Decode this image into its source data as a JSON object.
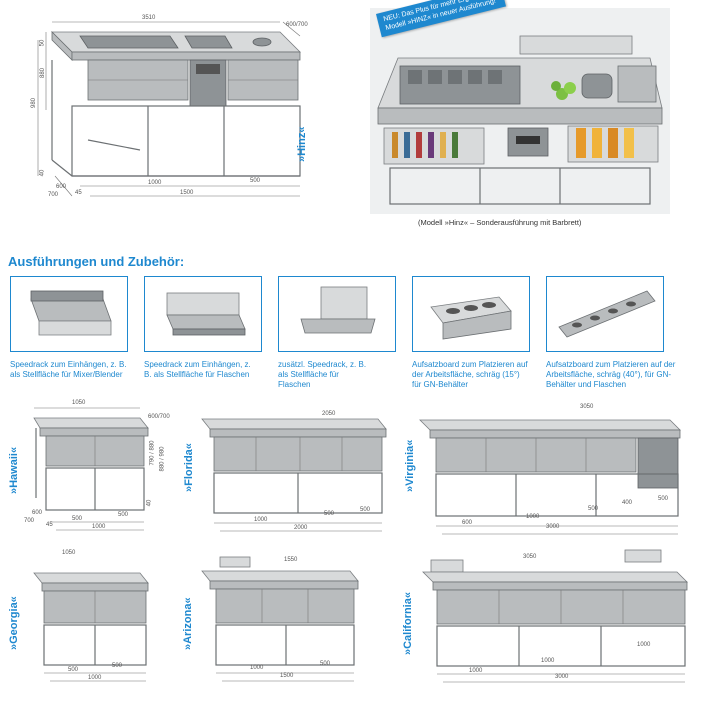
{
  "hero": {
    "dims": [
      "3510",
      "600/700",
      "50",
      "880",
      "980",
      "40",
      "600",
      "700",
      "45",
      "1000",
      "500",
      "1500"
    ],
    "model": "»Hinz«"
  },
  "photo": {
    "banner_line1": "NEU: Das Plus für mehr Ergonomie –",
    "banner_line2": "Modell »HINZ« in neuer Ausführung!",
    "caption": "(Modell »Hinz« – Sonderausführung mit Barbrett)"
  },
  "accessories": {
    "heading": "Ausführungen und Zubehör:",
    "items": [
      {
        "text": "Speedrack zum Einhängen, z. B. als Stellfläche für Mixer/Blender"
      },
      {
        "text": "Speedrack zum Einhängen, z. B. als Stellfläche für Flaschen"
      },
      {
        "text": "zusätzl. Speedrack, z. B. als Stellfläche für Flaschen"
      },
      {
        "text": "Aufsatzboard zum Platzieren auf der Arbeitsfläche, schräg (15°) für GN-Behälter"
      },
      {
        "text": "Aufsatzboard zum Platzieren auf der Arbeitsfläche, schräg (40°), für GN-Behälter und Flaschen"
      }
    ]
  },
  "models": {
    "hawaii": {
      "name": "»Hawaii«",
      "dims": [
        "1050",
        "600/700",
        "790 / 880",
        "880 / 980",
        "40",
        "600",
        "700",
        "45",
        "500",
        "500",
        "1000"
      ]
    },
    "florida": {
      "name": "»Florida«",
      "dims": [
        "2050",
        "1000",
        "500",
        "500",
        "2000"
      ]
    },
    "virginia": {
      "name": "»Virginia«",
      "dims": [
        "3050",
        "600",
        "1000",
        "500",
        "400",
        "500",
        "3000"
      ]
    },
    "georgia": {
      "name": "»Georgia«",
      "dims": [
        "1050",
        "500",
        "500",
        "1000"
      ]
    },
    "arizona": {
      "name": "»Arizona«",
      "dims": [
        "1550",
        "1000",
        "500",
        "1500"
      ]
    },
    "california": {
      "name": "»California«",
      "dims": [
        "3050",
        "1000",
        "1000",
        "1000",
        "3000"
      ]
    }
  }
}
